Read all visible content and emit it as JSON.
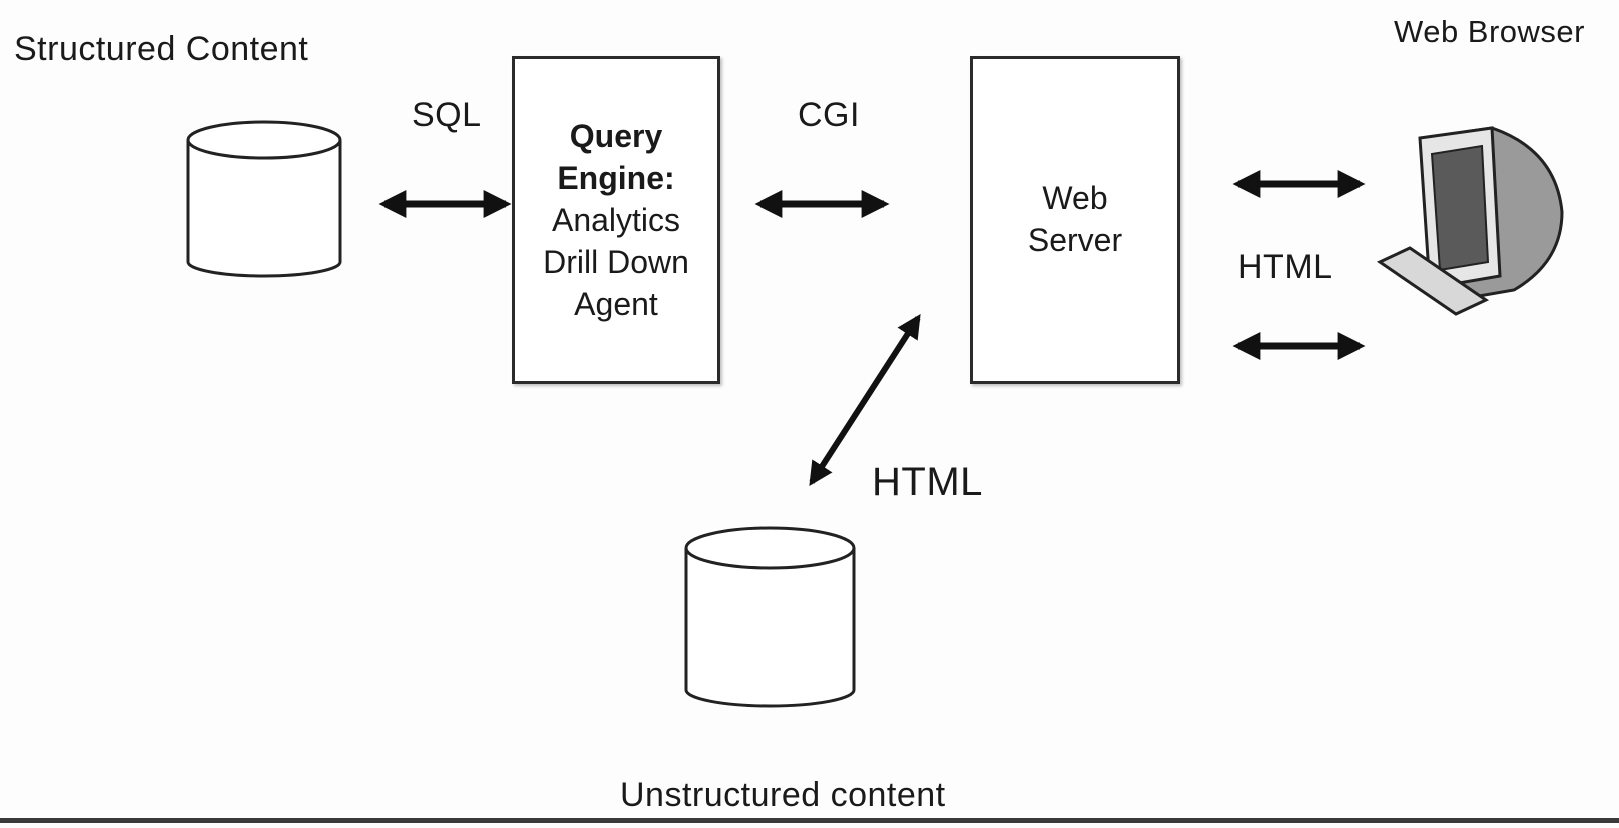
{
  "labels": {
    "structured_content": "Structured Content",
    "web_browser": "Web Browser",
    "sql": "SQL",
    "cgi": "CGI",
    "html_right": "HTML",
    "html_center": "HTML",
    "unstructured_content": "Unstructured content"
  },
  "query_engine": {
    "line1": "Query",
    "line2": "Engine:",
    "line3": "Analytics",
    "line4": "Drill Down",
    "line5": "Agent"
  },
  "web_server": {
    "line1": "Web",
    "line2": "Server"
  },
  "colors": {
    "stroke": "#1a1a1a",
    "background": "#ffffff"
  },
  "icons": {
    "structured_db": "database-cylinder-icon",
    "unstructured_db": "database-cylinder-icon",
    "browser": "computer-monitor-icon"
  }
}
